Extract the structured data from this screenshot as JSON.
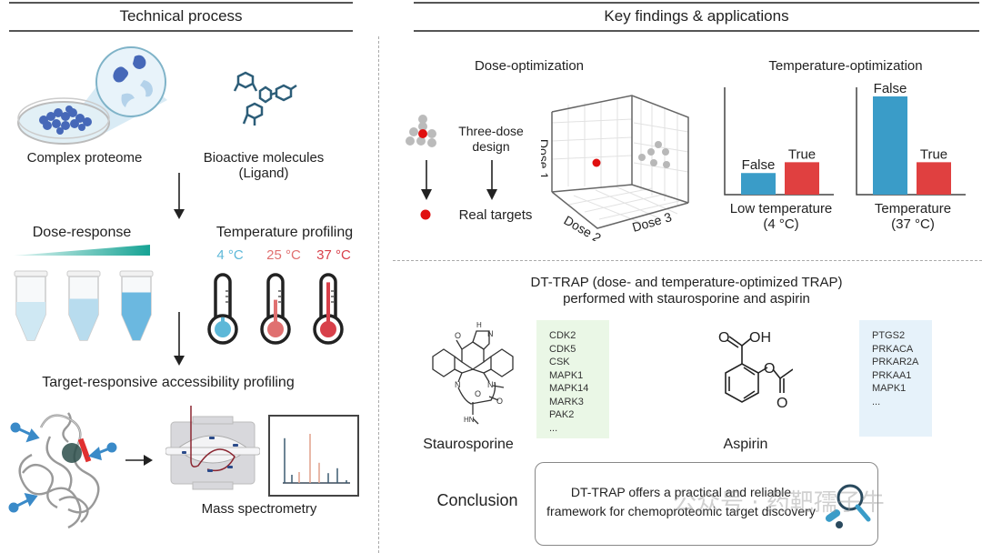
{
  "sections": {
    "left": {
      "title": "Technical process"
    },
    "right": {
      "title": "Key findings & applications"
    }
  },
  "technical_process": {
    "complex_proteome": "Complex proteome",
    "bioactive_molecules": "Bioactive molecules",
    "ligand": "(Ligand)",
    "dose_response": "Dose-response",
    "temperature_profiling": "Temperature profiling",
    "temperatures": [
      {
        "label": "4 °C",
        "color": "#5db8d8",
        "fill_fraction": 0.15
      },
      {
        "label": "25 °C",
        "color": "#e07070",
        "fill_fraction": 0.55
      },
      {
        "label": "37 °C",
        "color": "#d8404a",
        "fill_fraction": 0.95
      }
    ],
    "dose_tubes": [
      {
        "fill_fraction": 0.6,
        "color": "#cfe8f3"
      },
      {
        "fill_fraction": 0.65,
        "color": "#b8dcee"
      },
      {
        "fill_fraction": 0.75,
        "color": "#6bb8e0"
      }
    ],
    "target_responsive": "Target-responsive accessibility profiling",
    "mass_spectrometry": "Mass spectrometry"
  },
  "key_findings": {
    "dose_optimization": {
      "title": "Dose-optimization",
      "three_dose_design": [
        "Three-dose",
        "design"
      ],
      "real_targets": "Real targets",
      "axes": {
        "dose1": "Dose 1",
        "dose2": "Dose 2",
        "dose3": "Dose 3"
      }
    },
    "temperature_optimization": {
      "title": "Temperature-optimization"
    }
  },
  "chart_data": [
    {
      "type": "bar",
      "title": "Low temperature (4 °C)",
      "xlabel": "Low temperature",
      "xlabel2": "(4 °C)",
      "categories": [
        "False",
        "True"
      ],
      "values": [
        0.22,
        0.33
      ],
      "colors": [
        "#3a9cc8",
        "#e04040"
      ],
      "ylim": [
        0,
        1
      ]
    },
    {
      "type": "bar",
      "title": "Temperature (37 °C)",
      "xlabel": "Temperature",
      "xlabel2": "(37 °C)",
      "categories": [
        "False",
        "True"
      ],
      "values": [
        1.0,
        0.33
      ],
      "colors": [
        "#3a9cc8",
        "#e04040"
      ],
      "ylim": [
        0,
        1
      ]
    }
  ],
  "dttrap": {
    "title_line1": "DT-TRAP (dose- and temperature-optimized TRAP)",
    "title_line2": "performed with staurosporine and aspirin",
    "staurosporine": {
      "name": "Staurosporine",
      "targets": [
        "CDK2",
        "CDK5",
        "CSK",
        "MAPK1",
        "MAPK14",
        "MARK3",
        "PAK2",
        "..."
      ]
    },
    "aspirin": {
      "name": "Aspirin",
      "targets": [
        "PTGS2",
        "PRKACA",
        "PRKAR2A",
        "PRKAA1",
        "MAPK1",
        "..."
      ]
    },
    "aspirin_atoms": {
      "o1": "O",
      "oh": "OH",
      "o2": "O",
      "o3": "O"
    },
    "stauro_atoms": {
      "h": "H",
      "o": "O",
      "n1": "N",
      "n2": "N",
      "n3": "N",
      "ome": "O",
      "o2": "O",
      "hn": "HN"
    }
  },
  "conclusion": {
    "label": "Conclusion",
    "line1": "DT-TRAP offers a practical and reliable",
    "line2": "framework for chemoproteomic target discovery"
  },
  "watermark": "公众号 · 药靶孺子牛",
  "colors": {
    "accent_blue": "#3a9cc8",
    "accent_red": "#e04040",
    "teal": "#1aa79a",
    "green_box": "#eaf7e6",
    "blue_box": "#e6f2fa"
  }
}
